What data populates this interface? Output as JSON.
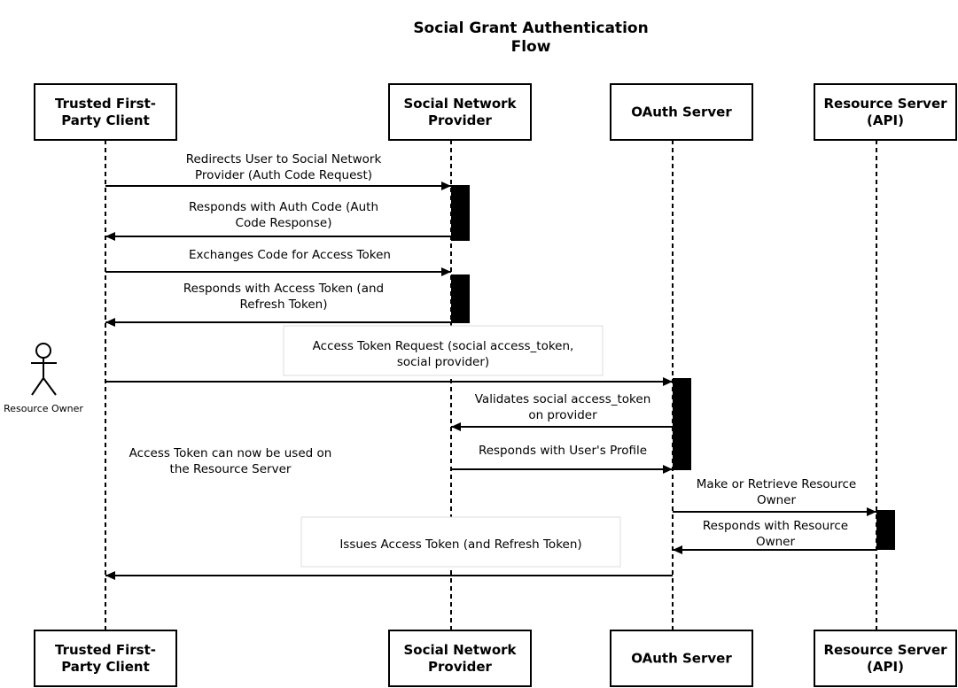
{
  "title": [
    "Social Grant Authentication",
    "Flow"
  ],
  "participants": [
    {
      "id": "client",
      "label": [
        "Trusted First-",
        "Party Client"
      ]
    },
    {
      "id": "social",
      "label": [
        "Social Network",
        "Provider"
      ]
    },
    {
      "id": "oauth",
      "label": [
        "OAuth Server"
      ]
    },
    {
      "id": "api",
      "label": [
        "Resource Server",
        "(API)"
      ]
    }
  ],
  "actor": {
    "label": "Resource Owner"
  },
  "messages": [
    {
      "from": "client",
      "to": "social",
      "label": [
        "Redirects User to Social Network",
        "Provider (Auth Code Request)"
      ]
    },
    {
      "from": "social",
      "to": "client",
      "label": [
        "Responds with Auth Code (Auth",
        "Code Response)"
      ]
    },
    {
      "from": "client",
      "to": "social",
      "label": [
        "Exchanges Code for Access Token"
      ]
    },
    {
      "from": "social",
      "to": "client",
      "label": [
        "Responds with Access Token (and",
        "Refresh Token)"
      ]
    },
    {
      "from": "client",
      "to": "oauth",
      "label": []
    },
    {
      "from": "oauth",
      "to": "social",
      "label": [
        "Validates social access_token",
        "on provider"
      ]
    },
    {
      "from": "social",
      "to": "oauth",
      "label": [
        "Responds with User's Profile"
      ]
    },
    {
      "from": "oauth",
      "to": "api",
      "label": [
        "Make or Retrieve Resource",
        "Owner"
      ]
    },
    {
      "from": "api",
      "to": "oauth",
      "label": [
        "Responds with Resource",
        "Owner"
      ]
    },
    {
      "from": "oauth",
      "to": "client",
      "label": []
    }
  ],
  "notes": [
    {
      "label": [
        "Access Token Request (social access_token,",
        "social provider)"
      ]
    },
    {
      "label": [
        "Issues Access Token (and Refresh Token)"
      ]
    }
  ],
  "free_text": [
    {
      "label": [
        "Access Token can now be used on",
        "the Resource Server"
      ]
    }
  ]
}
